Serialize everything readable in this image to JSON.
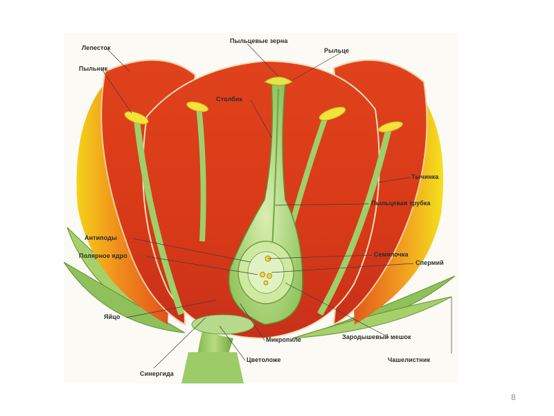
{
  "labels": {
    "petal": "Лепесток",
    "anther": "Пыльник",
    "pollen_grains": "Пыльцевые зерна",
    "stigma": "Рыльце",
    "style": "Столбик",
    "stamen": "Тычинка",
    "pollen_tube": "Пыльцевая трубка",
    "antipodes": "Антиподы",
    "polar_nucleus": "Полярное ядро",
    "ovule": "Семяпочка",
    "sperm": "Спермий",
    "egg": "Яйцо",
    "micropyle": "Микропиле",
    "embryo_sac": "Зародышевый мешок",
    "receptacle": "Цветоложе",
    "sepal": "Чашелистник",
    "synergid": "Синергида"
  },
  "page_number": "8"
}
